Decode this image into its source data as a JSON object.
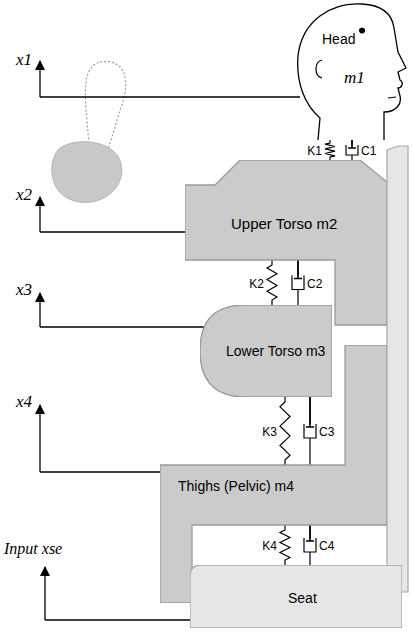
{
  "diagram": {
    "nodes": [
      {
        "text": [
          "Head",
          "m1"
        ]
      },
      {
        "text": [
          "Upper Torso m2"
        ]
      },
      {
        "text": [
          "Lower Torso m3"
        ]
      },
      {
        "text": [
          "Thighs (Pelvic) m4"
        ]
      },
      {
        "text": [
          "Seat"
        ]
      }
    ],
    "edges": [
      {
        "from": 0,
        "to": 1,
        "label": "K1",
        "arrow": "none"
      },
      {
        "from": 0,
        "to": 1,
        "label": "C1",
        "arrow": "none"
      },
      {
        "from": 1,
        "to": 2,
        "label": "K2",
        "arrow": "none"
      },
      {
        "from": 1,
        "to": 2,
        "label": "C2",
        "arrow": "none"
      },
      {
        "from": 2,
        "to": 3,
        "label": "K3",
        "arrow": "none"
      },
      {
        "from": 2,
        "to": 3,
        "label": "C3",
        "arrow": "none"
      },
      {
        "from": 3,
        "to": 4,
        "label": "K4",
        "arrow": "none"
      },
      {
        "from": 3,
        "to": 4,
        "label": "C4",
        "arrow": "none"
      }
    ],
    "labels": [
      "x1",
      "x2",
      "x3",
      "x4",
      "Input xse"
    ]
  }
}
